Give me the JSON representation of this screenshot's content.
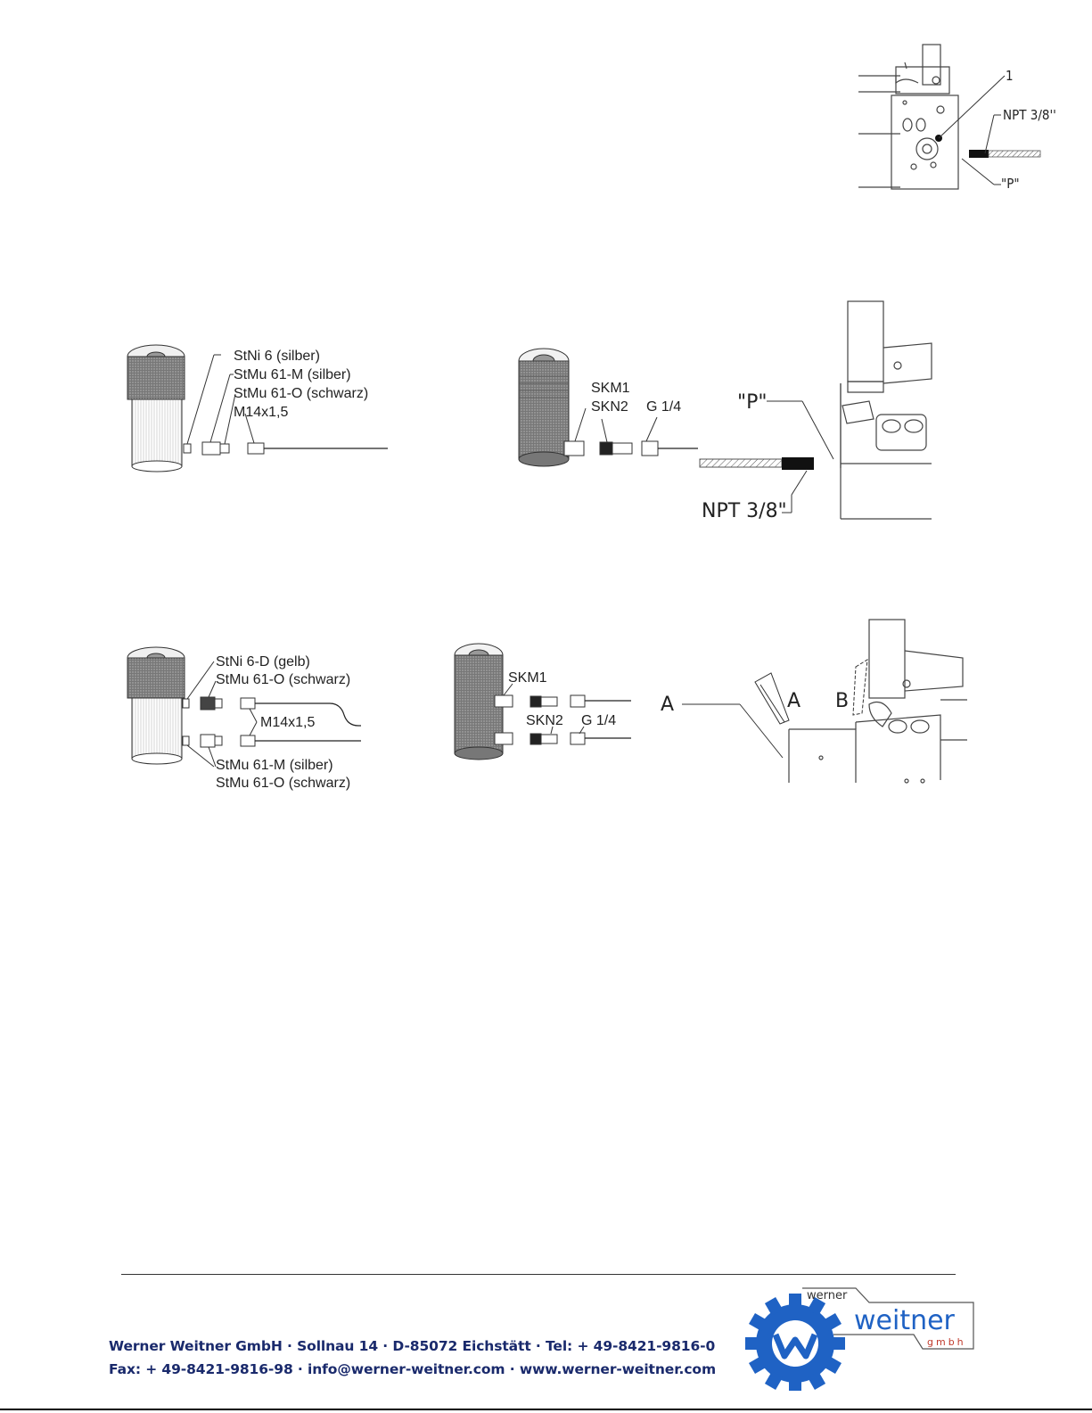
{
  "figure_top_right": {
    "label_number": "1",
    "label_npt": "NPT 3/8''",
    "label_p": "\"P\""
  },
  "figure_single_cyl_stni": {
    "labels": [
      "StNi 6 (silber)",
      "StMu 61-M (silber)",
      "StMu 61-O (schwarz)",
      "M14x1,5"
    ]
  },
  "figure_single_cyl_skm": {
    "labels": [
      "SKM1",
      "SKN2",
      "G 1/4"
    ],
    "label_p": "\"P\"",
    "label_npt": "NPT 3/8\""
  },
  "figure_double_cyl_stni": {
    "labels_top": [
      "StNi 6-D (gelb)",
      "StMu 61-O (schwarz)"
    ],
    "label_mid": "M14x1,5",
    "labels_bottom": [
      "StMu 61-M (silber)",
      "StMu 61-O (schwarz)"
    ]
  },
  "figure_double_cyl_skm": {
    "labels": [
      "SKM1",
      "SKN2",
      "G 1/4"
    ]
  },
  "figure_valve_ab": {
    "label_a_outer": "A",
    "label_a": "A",
    "label_b": "B"
  },
  "footer": {
    "line1": "Werner Weitner GmbH · Sollnau 14 · D-85072 Eichstätt  · Tel: + 49-8421-9816-0",
    "line2": "Fax: + 49-8421-9816-98 · info@werner-weitner.com · www.werner-weitner.com",
    "logo_word_top": "werner",
    "logo_word_main": "weitner",
    "logo_word_sub": "gmbh"
  },
  "colors": {
    "brand_blue": "#1f62c4",
    "footer_text": "#1a2a6c",
    "logo_red": "#c0392b"
  }
}
